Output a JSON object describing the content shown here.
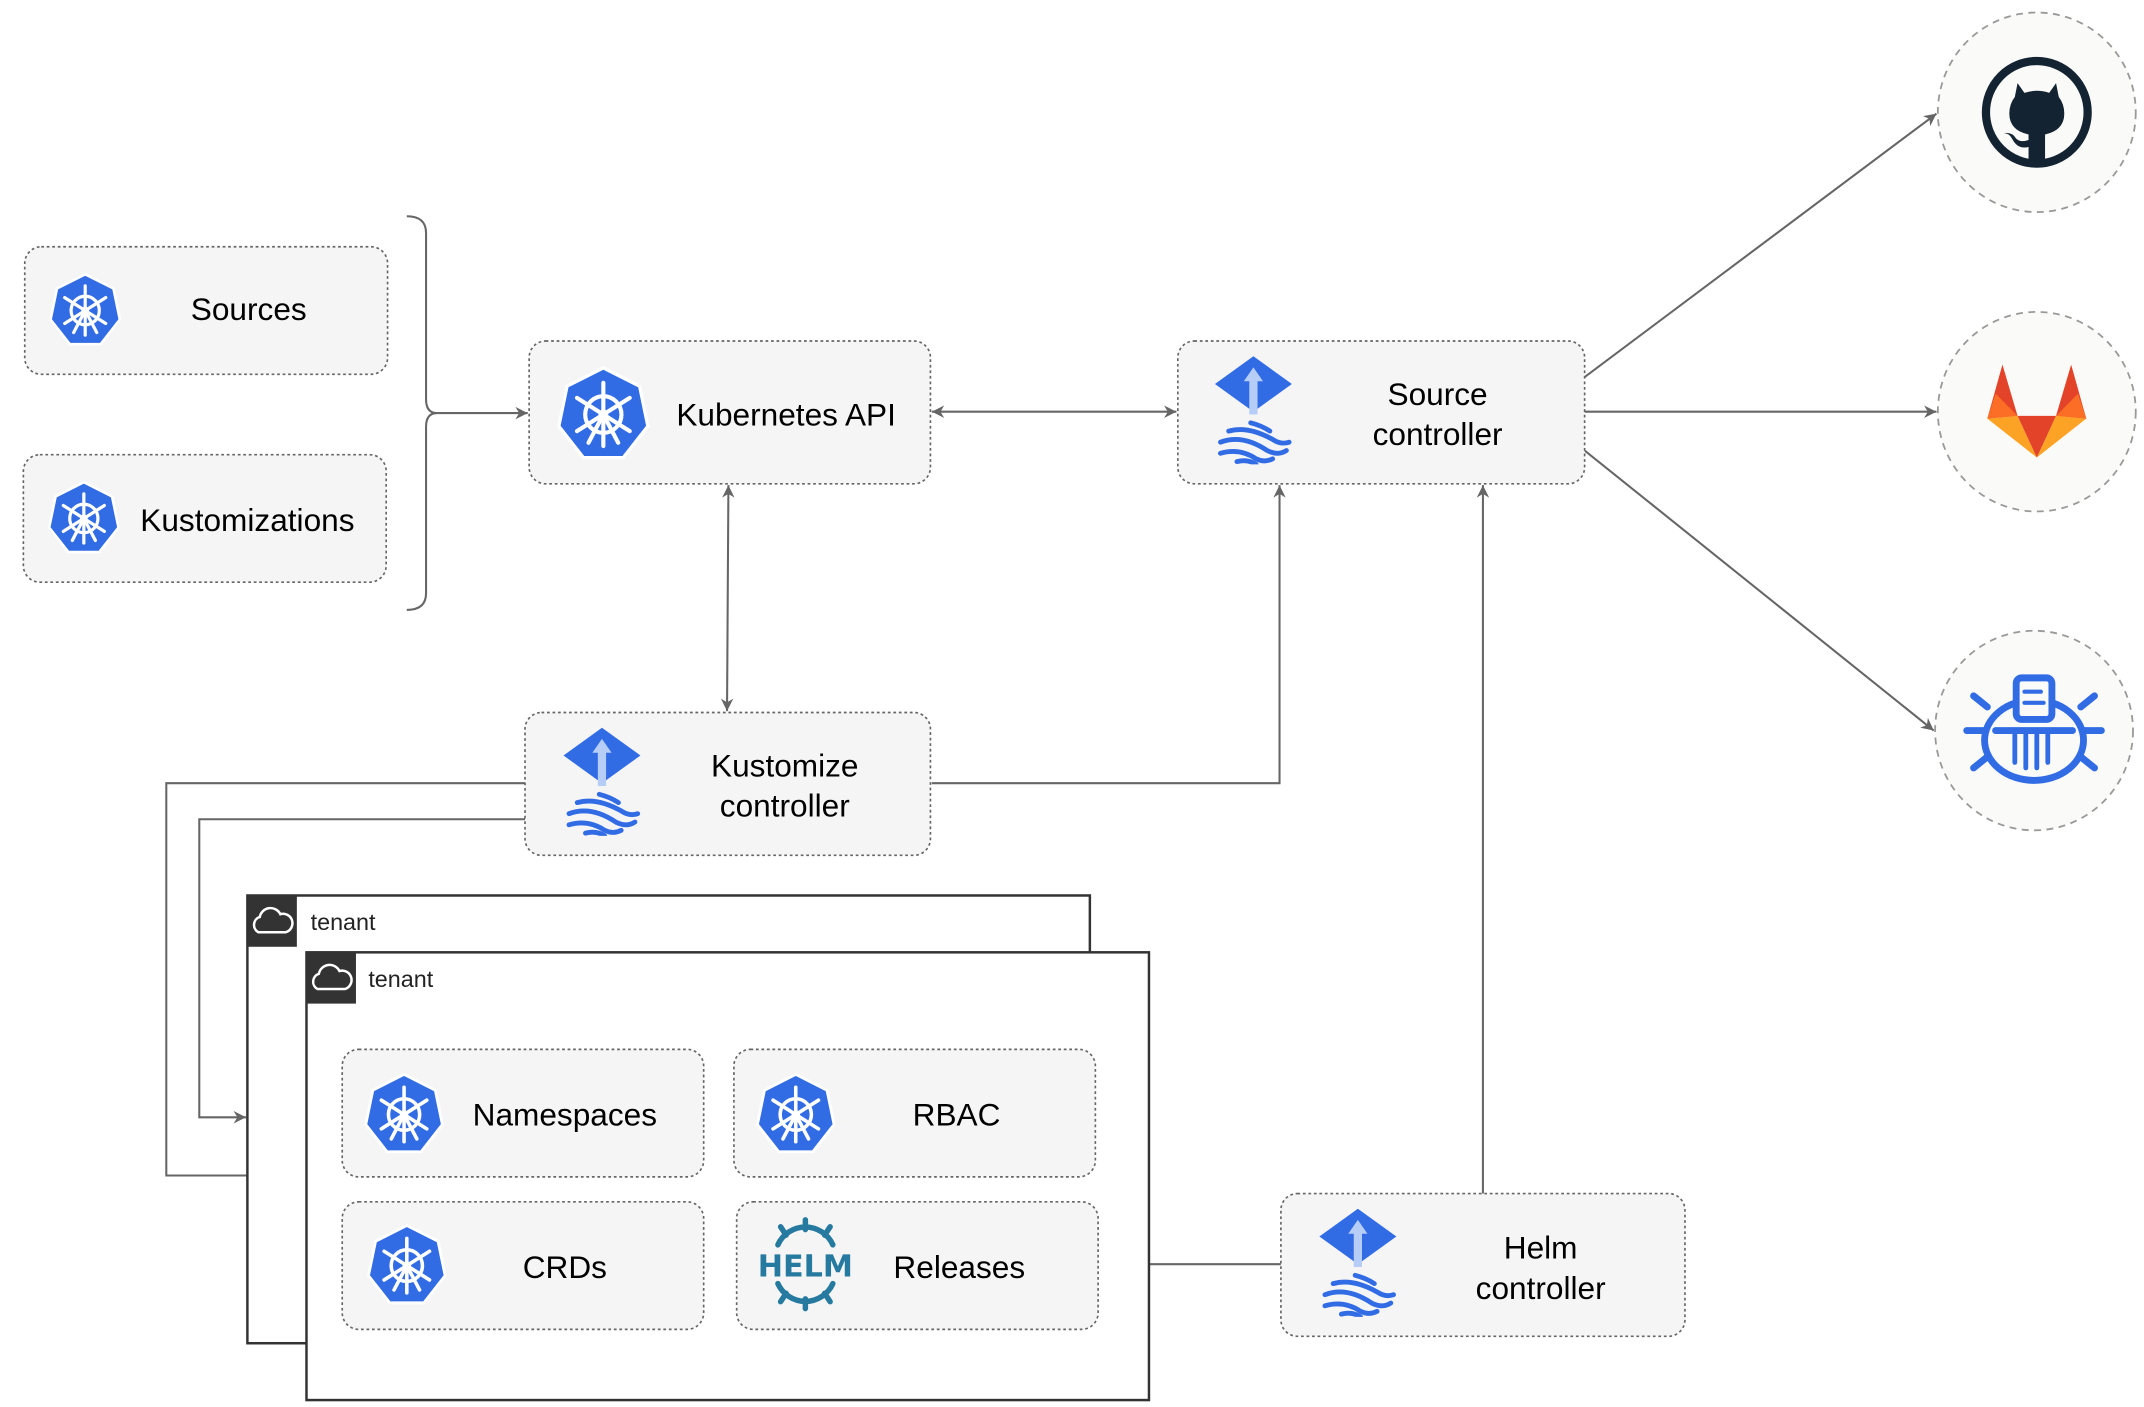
{
  "nodes": {
    "sources": "Sources",
    "kustomizations": "Kustomizations",
    "kubernetes_api": "Kubernetes API",
    "source_controller": [
      "Source",
      "controller"
    ],
    "kustomize_controller": [
      "Kustomize",
      "controller"
    ],
    "helm_controller": [
      "Helm",
      "controller"
    ],
    "namespaces": "Namespaces",
    "rbac": "RBAC",
    "crds": "CRDs",
    "releases": "Releases"
  },
  "tenants": [
    "tenant",
    "tenant"
  ],
  "helm_logo_text": "HELM",
  "external_sources": [
    {
      "icon": "github-icon"
    },
    {
      "icon": "gitlab-icon"
    },
    {
      "icon": "bucket-icon"
    }
  ],
  "colors": {
    "kubernetes_blue": "#326ce5",
    "helm_teal": "#277a9f",
    "github_dark": "#132332",
    "gitlab_orange": "#e24329",
    "edge_gray": "#666666"
  }
}
